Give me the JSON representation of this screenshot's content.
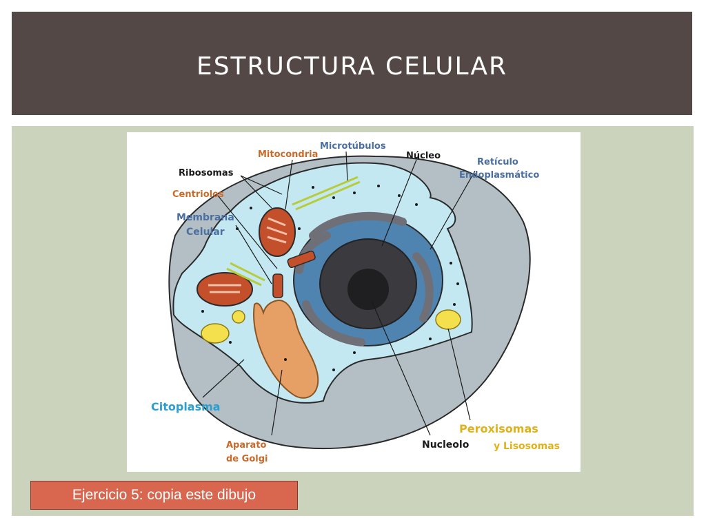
{
  "slide": {
    "title": "ESTRUCTURA CELULAR",
    "exercise": "Ejercicio  5: copia este dibujo"
  },
  "diagram": {
    "labels": {
      "ribosomas": "Ribosomas",
      "mitocondria": "Mitocondria",
      "microtubulos": "Microtúbulos",
      "nucleo": "Núcleo",
      "reticulo_1": "Retículo",
      "reticulo_2": "Endoplasmático",
      "centriolos": "Centriolos",
      "membrana_1": "Membrana",
      "membrana_2": "Celular",
      "citoplasma": "Citoplasma",
      "aparato_1": "Aparato",
      "aparato_2": "de Golgi",
      "nucleolo": "Nucleolo",
      "peroxisomas": "Peroxisomas",
      "lisosomas": "y Lisosomas"
    },
    "colors": {
      "outer_cell": "#b3bfc5",
      "cytoplasm": "#c4e8f2",
      "nucleus_envelope": "#4f84b0",
      "nucleus": "#3b3b3f",
      "nucleolus": "#1f1f22",
      "mitochondria": "#c4502b",
      "golgi": "#e6a065",
      "peroxisome": "#f4e04d",
      "label_dark": "#1a1a1a",
      "label_blue": "#4a6fa0",
      "label_orange": "#c86a2a",
      "label_cyan": "#2a9fd0",
      "label_yellow": "#e0b21a"
    }
  }
}
